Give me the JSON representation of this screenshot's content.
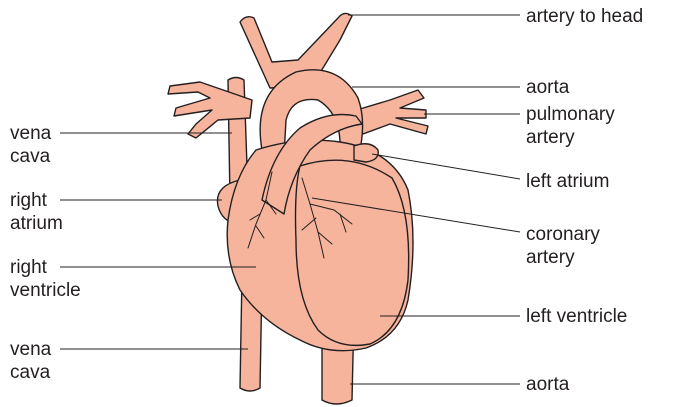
{
  "colors": {
    "heart_fill": "#f6b49c",
    "heart_shade": "#e59a7f",
    "outline": "#231f20",
    "leader_line": "#231f20",
    "text": "#231f20"
  },
  "labels": {
    "artery_to_head": "artery to head",
    "aorta_top": "aorta",
    "pulmonary_artery_1": "pulmonary",
    "pulmonary_artery_2": "artery",
    "left_atrium": "left atrium",
    "coronary_artery_1": "coronary",
    "coronary_artery_2": "artery",
    "left_ventricle": "left ventricle",
    "aorta_bottom": "aorta",
    "vena_cava_top_1": "vena",
    "vena_cava_top_2": "cava",
    "right_atrium_1": "right",
    "right_atrium_2": "atrium",
    "right_ventricle_1": "right",
    "right_ventricle_2": "ventricle",
    "vena_cava_bottom_1": "vena",
    "vena_cava_bottom_2": "cava"
  }
}
